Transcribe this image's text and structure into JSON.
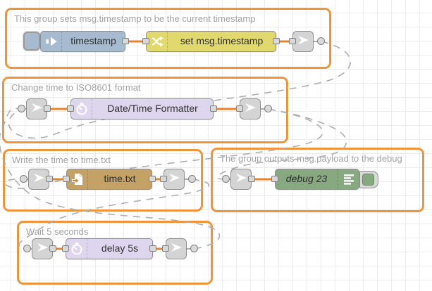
{
  "app": "node-red-flow-editor",
  "colors": {
    "group_selected_border": "#ec953c",
    "group_border": "#949494",
    "wire": "#e8832a",
    "link_wire": "#adadad",
    "inject_node": "#a6bbcf",
    "change_node": "#e2d96e",
    "moment_node": "#ddd6ee",
    "file_node": "#c4a165",
    "debug_node": "#87a980",
    "delay_node": "#ddd6ee",
    "link_node": "#d4d4d4"
  },
  "groups": [
    {
      "label": "This group sets msg.timestamp to be the current timestamp",
      "nodes": [
        {
          "type": "inject",
          "label": "timestamp"
        },
        {
          "type": "change",
          "label": "set msg.timestamp"
        },
        {
          "type": "link out",
          "label": ""
        }
      ]
    },
    {
      "label": "Change time to ISO8601 format",
      "nodes": [
        {
          "type": "link in",
          "label": ""
        },
        {
          "type": "moment",
          "label": "Date/Time Formatter"
        },
        {
          "type": "link out",
          "label": ""
        }
      ]
    },
    {
      "label": "Write the time to time.txt",
      "nodes": [
        {
          "type": "link in",
          "label": ""
        },
        {
          "type": "file",
          "label": "time.txt"
        },
        {
          "type": "link out",
          "label": ""
        }
      ]
    },
    {
      "label": "The group outputs msg.payload to the debug",
      "nodes": [
        {
          "type": "link in",
          "label": ""
        },
        {
          "type": "debug",
          "label": "debug 23"
        }
      ]
    },
    {
      "label": "Wait 5 seconds",
      "nodes": [
        {
          "type": "link in",
          "label": ""
        },
        {
          "type": "delay",
          "label": "delay 5s"
        },
        {
          "type": "link out",
          "label": ""
        }
      ]
    }
  ],
  "links": [
    {
      "from": "group-1 link out",
      "to": "group-2 link in"
    },
    {
      "from": "group-2 link out",
      "to": "group-3 link in"
    },
    {
      "from": "group-2 link out",
      "to": "group-4 link in"
    },
    {
      "from": "group-3 link out",
      "to": "group-5 link in"
    },
    {
      "from": "group-5 link out",
      "to": "group-2 link in"
    }
  ]
}
